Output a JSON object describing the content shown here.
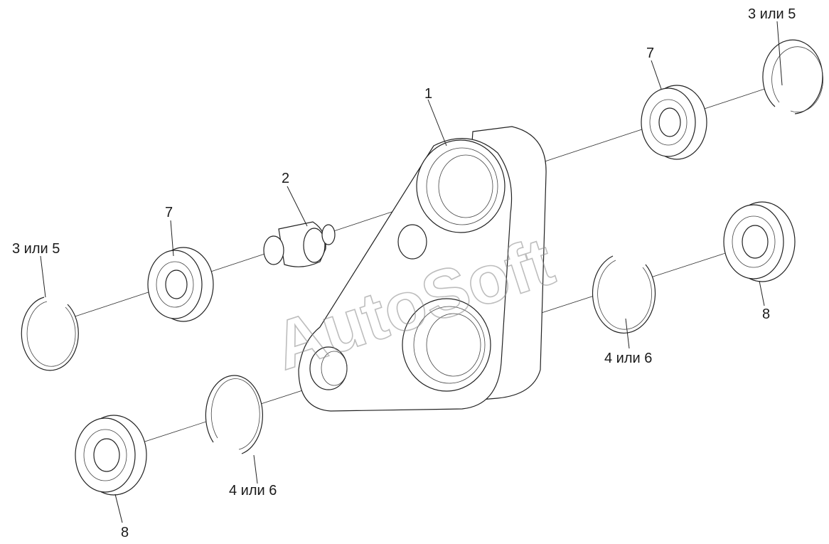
{
  "watermark": "AutoSoft",
  "callouts": {
    "part1": "1",
    "part2": "2",
    "part7_top": "7",
    "part7_left": "7",
    "part35_top": "3 или 5",
    "part35_left": "3 или 5",
    "part46_right": "4 или 6",
    "part46_bottom": "4 или 6",
    "part8_right": "8",
    "part8_bottom": "8"
  }
}
